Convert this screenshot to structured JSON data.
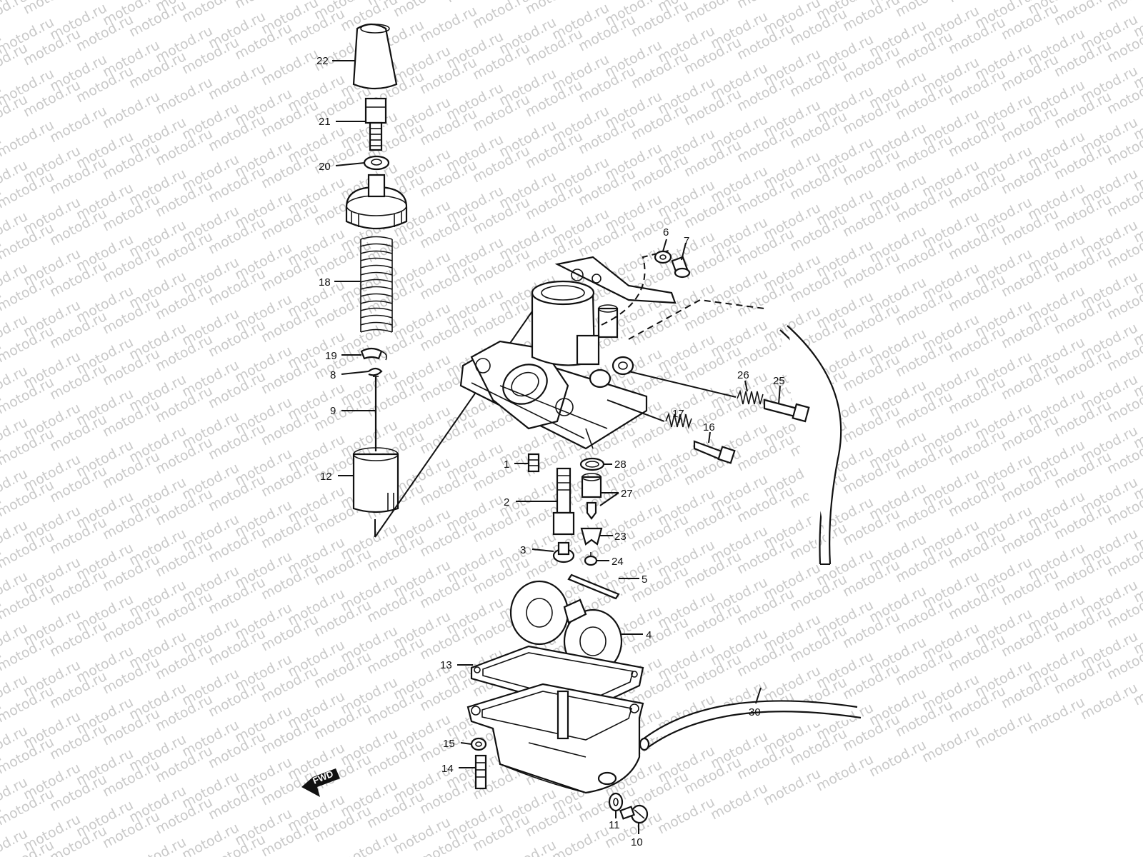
{
  "watermark": {
    "text": "motod.ru"
  },
  "fwd_marker": {
    "text": "FWD",
    "icon": "fwd-arrow-icon"
  },
  "callouts": [
    {
      "id": "22",
      "text": "22"
    },
    {
      "id": "21",
      "text": "21"
    },
    {
      "id": "20",
      "text": "20"
    },
    {
      "id": "18",
      "text": "18"
    },
    {
      "id": "19",
      "text": "19"
    },
    {
      "id": "8",
      "text": "8"
    },
    {
      "id": "9",
      "text": "9"
    },
    {
      "id": "12",
      "text": "12"
    },
    {
      "id": "6",
      "text": "6"
    },
    {
      "id": "7",
      "text": "7"
    },
    {
      "id": "26",
      "text": "26"
    },
    {
      "id": "25",
      "text": "25"
    },
    {
      "id": "17",
      "text": "17"
    },
    {
      "id": "16",
      "text": "16"
    },
    {
      "id": "1",
      "text": "1"
    },
    {
      "id": "28",
      "text": "28"
    },
    {
      "id": "2",
      "text": "2"
    },
    {
      "id": "27",
      "text": "27"
    },
    {
      "id": "23",
      "text": "23"
    },
    {
      "id": "3",
      "text": "3"
    },
    {
      "id": "24",
      "text": "24"
    },
    {
      "id": "5",
      "text": "5"
    },
    {
      "id": "4",
      "text": "4"
    },
    {
      "id": "13",
      "text": "13"
    },
    {
      "id": "30",
      "text": "30"
    },
    {
      "id": "15",
      "text": "15"
    },
    {
      "id": "14",
      "text": "14"
    },
    {
      "id": "11",
      "text": "11"
    },
    {
      "id": "10",
      "text": "10"
    }
  ]
}
